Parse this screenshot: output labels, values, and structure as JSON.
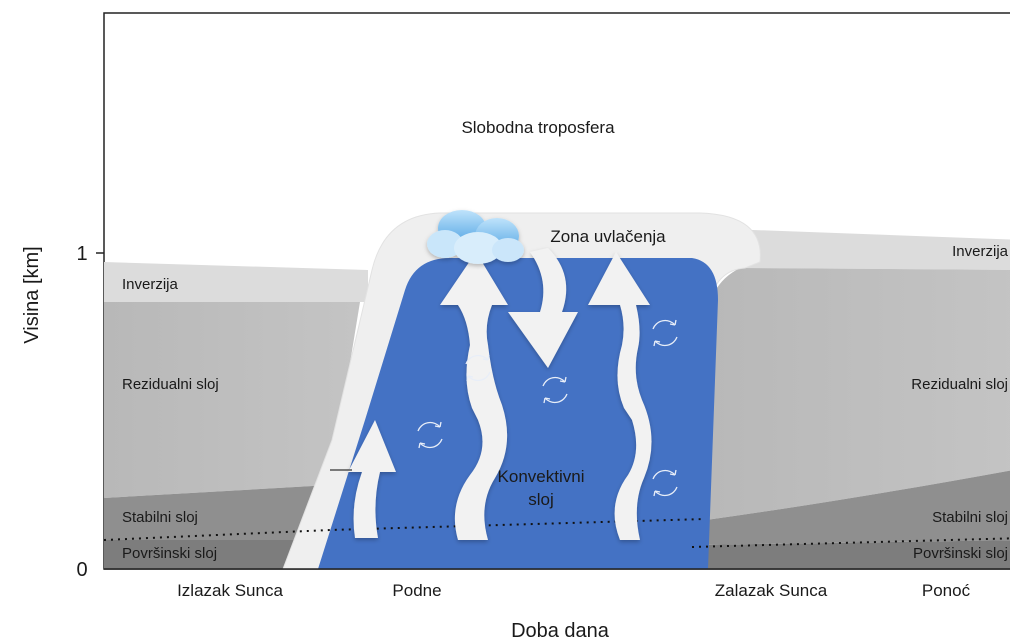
{
  "axes": {
    "y_label": "Visina [km]",
    "x_label": "Doba dana",
    "y_ticks": [
      "0",
      "1"
    ],
    "x_ticks": [
      "Izlazak Sunca",
      "Podne",
      "Zalazak Sunca",
      "Ponoć"
    ]
  },
  "regions": {
    "free_troposphere": "Slobodna troposfera",
    "entrainment_zone": "Zona uvlačenja",
    "convective_layer": "Konvektivni\nsloj",
    "left": {
      "inversion": "Inverzija",
      "residual": "Rezidualni sloj",
      "stable": "Stabilni sloj",
      "surface": "Površinski sloj"
    },
    "right": {
      "inversion": "Inverzija",
      "residual": "Rezidualni sloj",
      "stable": "Stabilni sloj",
      "surface": "Površinski sloj"
    }
  },
  "colors": {
    "convective": "#4472c4",
    "residual": "#bfbfbf",
    "inversion": "#d9d9d9",
    "stable": "#8c8c8c",
    "entrainment": "#ededed",
    "arrows": "#f2f2f2",
    "cloud": "#5aaee8"
  },
  "icons": [
    "cloud-icon",
    "eddy-icon",
    "thermal-arrow-icon",
    "subsidence-arrow-icon"
  ]
}
